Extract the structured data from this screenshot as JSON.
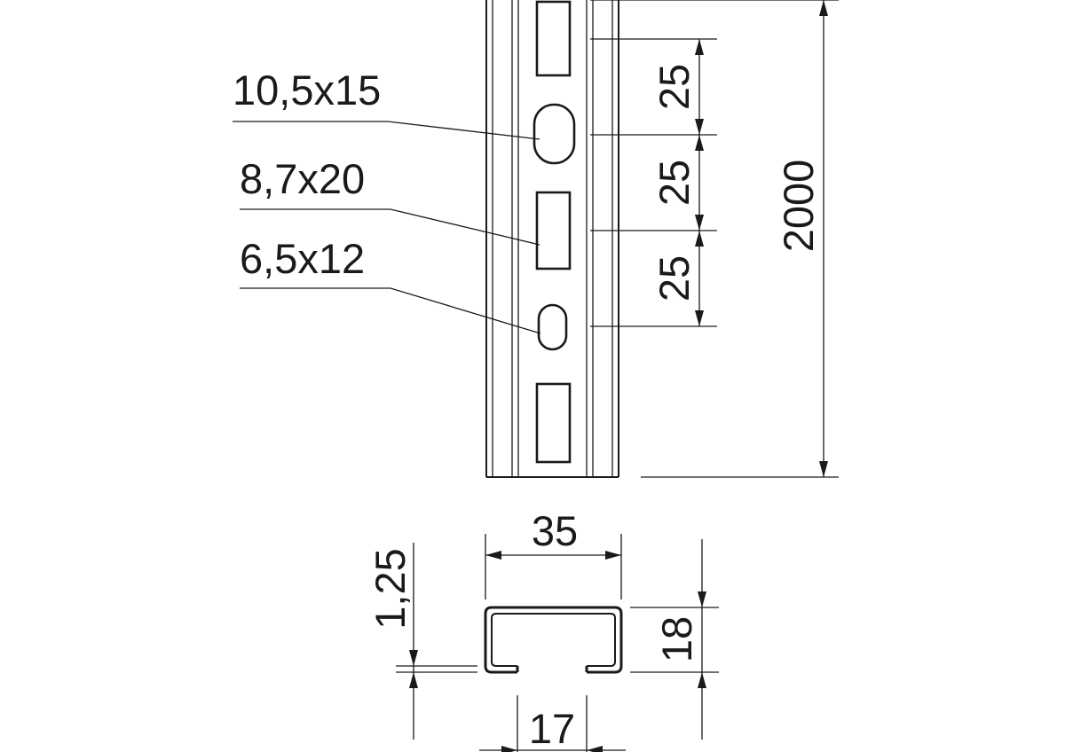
{
  "hole_labels": {
    "oval_large": "10,5x15",
    "slot": "8,7x20",
    "oval_small": "6,5x12"
  },
  "side_view": {
    "pitch_1": "25",
    "pitch_2": "25",
    "pitch_3": "25",
    "length": "2000"
  },
  "section": {
    "width": "35",
    "height": "18",
    "thickness": "1,25",
    "opening": "17"
  }
}
